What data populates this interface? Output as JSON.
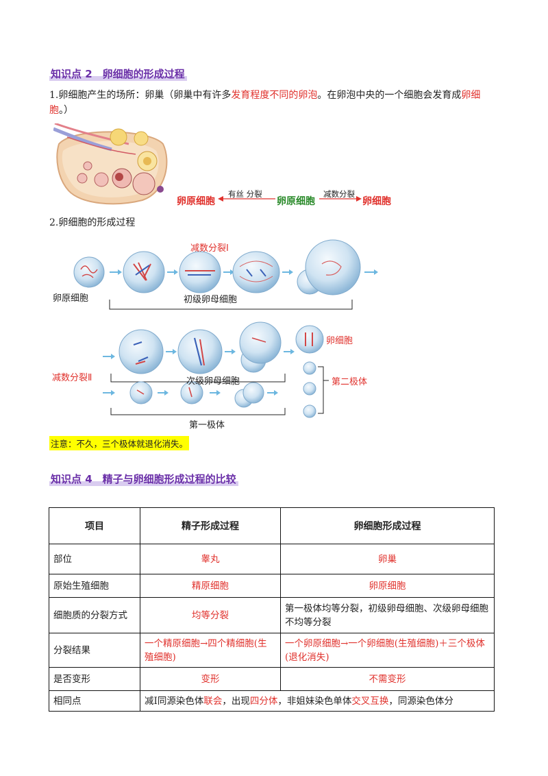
{
  "section2": {
    "title": "知识点 2　卵细胞的形成过程",
    "p1": {
      "a": "1.卵细胞产生的场所：卵巢（卵巢中有许多",
      "b": "发育程度不同的卵泡",
      "c": "。在卵泡中央的一个细胞会发育成",
      "d": "卵细胞",
      "e": "。）"
    },
    "flow": {
      "left": "卵原细胞",
      "arrow_left": "有丝 分裂",
      "middle": "卵原细胞",
      "arrow_right": "减数分裂",
      "right": "卵细胞"
    },
    "p2": "2.卵细胞的形成过程",
    "diagram": {
      "meiosis1": "减数分裂Ⅰ",
      "oogonium": "卵原细胞",
      "primary": "初级卵母细胞",
      "egg": "卵细胞",
      "meiosis2": "减数分裂Ⅱ",
      "secondary": "次级卵母细胞",
      "polar2": "第二极体",
      "polar1": "第一极体"
    },
    "note": "注意：不久，三个极体就退化消失。"
  },
  "section4": {
    "title": "知识点 4　精子与卵细胞形成过程的比较",
    "table": {
      "headers": [
        "项目",
        "精子形成过程",
        "卵细胞形成过程"
      ],
      "rows": [
        {
          "item": "部位",
          "sperm": "睾丸",
          "egg": "卵巢"
        },
        {
          "item": "原始生殖细胞",
          "sperm": "精原细胞",
          "egg": "卵原细胞"
        },
        {
          "item": "细胞质的分裂方式",
          "sperm": "均等分裂",
          "egg": "第一极体均等分裂，初级卵母细胞、次级卵母细胞不均等分裂"
        },
        {
          "item": "分裂结果",
          "sperm": "一个精原细胞→四个精细胞(生殖细胞)",
          "egg": "一个卵原细胞→一个卵细胞(生殖细胞)＋三个极体(退化消失)"
        },
        {
          "item": "是否变形",
          "sperm": "变形",
          "egg": "不需变形"
        }
      ],
      "same": {
        "item": "相同点",
        "t1": "减Ⅰ同源染色体",
        "t2": "联会",
        "t3": "，出现",
        "t4": "四分体",
        "t5": "，非姐妹染色单体",
        "t6": "交叉互换",
        "t7": "，同源染色体分"
      }
    }
  }
}
